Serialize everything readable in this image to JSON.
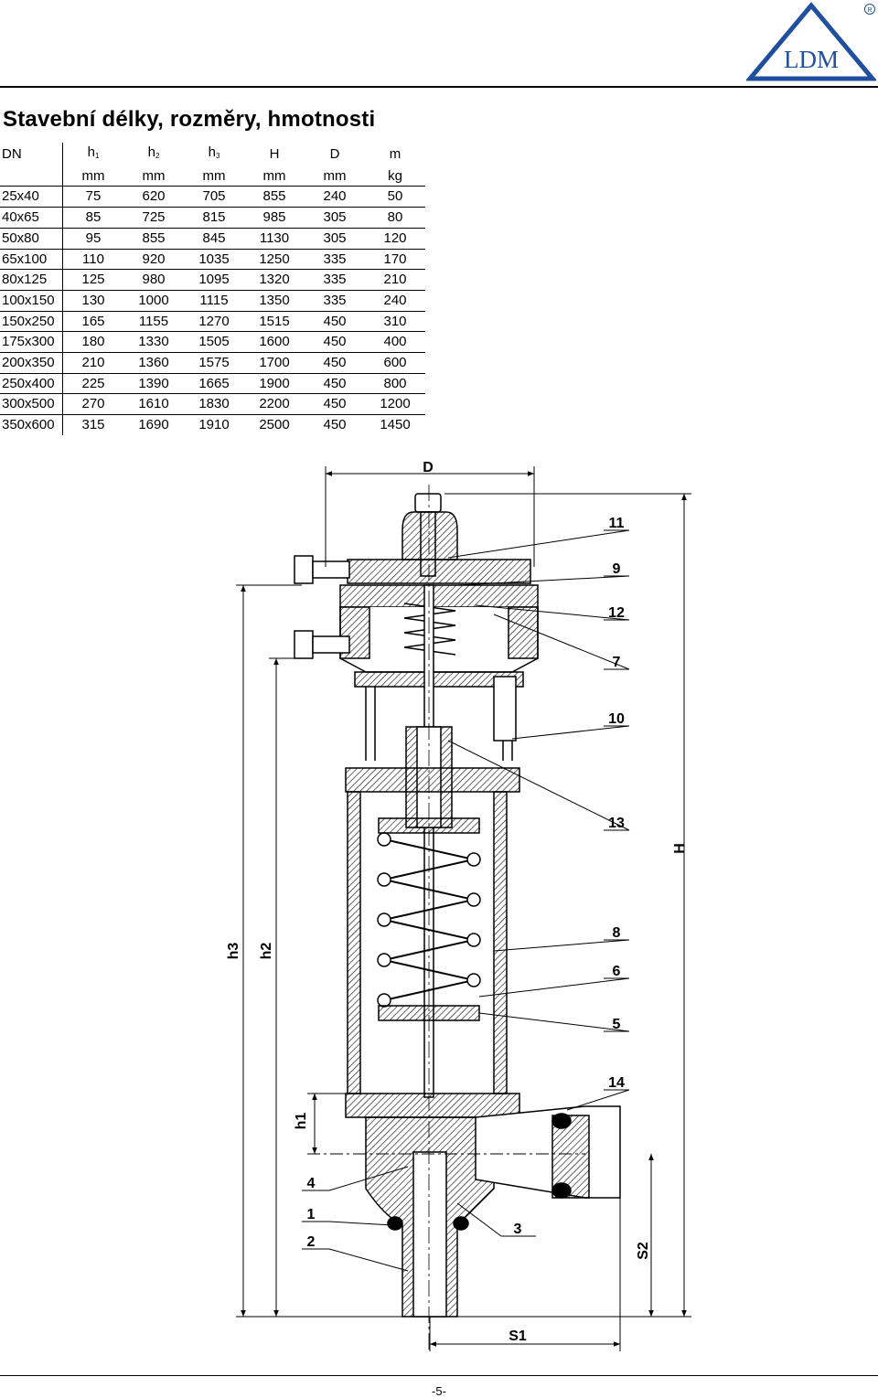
{
  "brand": {
    "logo_text": "LDM",
    "registered_mark": "R"
  },
  "title": "Stavební délky, rozměry, hmotnosti",
  "table": {
    "headers": [
      "DN",
      "h1",
      "h2",
      "h3",
      "H",
      "D",
      "m"
    ],
    "units": [
      "",
      "mm",
      "mm",
      "mm",
      "mm",
      "mm",
      "kg"
    ],
    "rows": [
      [
        "25x40",
        "75",
        "620",
        "705",
        "855",
        "240",
        "50"
      ],
      [
        "40x65",
        "85",
        "725",
        "815",
        "985",
        "305",
        "80"
      ],
      [
        "50x80",
        "95",
        "855",
        "845",
        "1130",
        "305",
        "120"
      ],
      [
        "65x100",
        "110",
        "920",
        "1035",
        "1250",
        "335",
        "170"
      ],
      [
        "80x125",
        "125",
        "980",
        "1095",
        "1320",
        "335",
        "210"
      ],
      [
        "100x150",
        "130",
        "1000",
        "1115",
        "1350",
        "335",
        "240"
      ],
      [
        "150x250",
        "165",
        "1155",
        "1270",
        "1515",
        "450",
        "310"
      ],
      [
        "175x300",
        "180",
        "1330",
        "1505",
        "1600",
        "450",
        "400"
      ],
      [
        "200x350",
        "210",
        "1360",
        "1575",
        "1700",
        "450",
        "600"
      ],
      [
        "250x400",
        "225",
        "1390",
        "1665",
        "1900",
        "450",
        "800"
      ],
      [
        "300x500",
        "270",
        "1610",
        "1830",
        "2200",
        "450",
        "1200"
      ],
      [
        "350x600",
        "315",
        "1690",
        "1910",
        "2500",
        "450",
        "1450"
      ]
    ]
  },
  "drawing": {
    "dimension_labels": {
      "D": "D",
      "H": "H",
      "h1": "h1",
      "h2": "h2",
      "h3": "h3",
      "S1": "S1",
      "S2": "S2"
    },
    "part_numbers_right": [
      "11",
      "9",
      "12",
      "7",
      "10",
      "13",
      "8",
      "6",
      "5",
      "14"
    ],
    "part_numbers_left": [
      "4",
      "1",
      "2"
    ],
    "part_number_bottom": "3"
  },
  "page_number": "-5-"
}
